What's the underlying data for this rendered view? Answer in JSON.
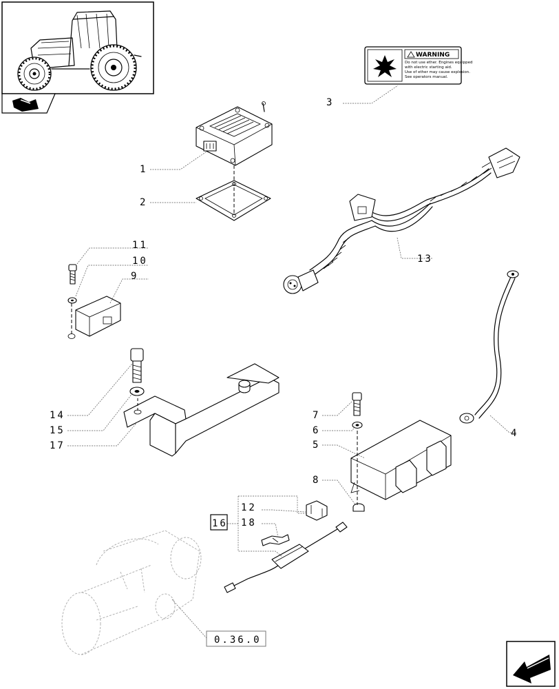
{
  "callouts": {
    "c1": "1",
    "c2": "2",
    "c3": "3",
    "c4": "4",
    "c5": "5",
    "c6": "6",
    "c7": "7",
    "c8": "8",
    "c9": "9",
    "c10": "10",
    "c11": "11",
    "c12": "12",
    "c13": "13",
    "c14": "14",
    "c15": "15",
    "c16": "16",
    "c17": "17",
    "c18": "18"
  },
  "reference": "0.36.0",
  "warning_label": {
    "title": "WARNING",
    "line1": "Do not use ether. Engines equipped",
    "line2": "with electric starting aid.",
    "line3": "Use of ether may cause explosion.",
    "line4": "See operators manual."
  },
  "icons": {
    "tractor": "tractor-thumbnail-icon",
    "section": "section-book-icon",
    "next": "next-page-arrow-icon"
  }
}
